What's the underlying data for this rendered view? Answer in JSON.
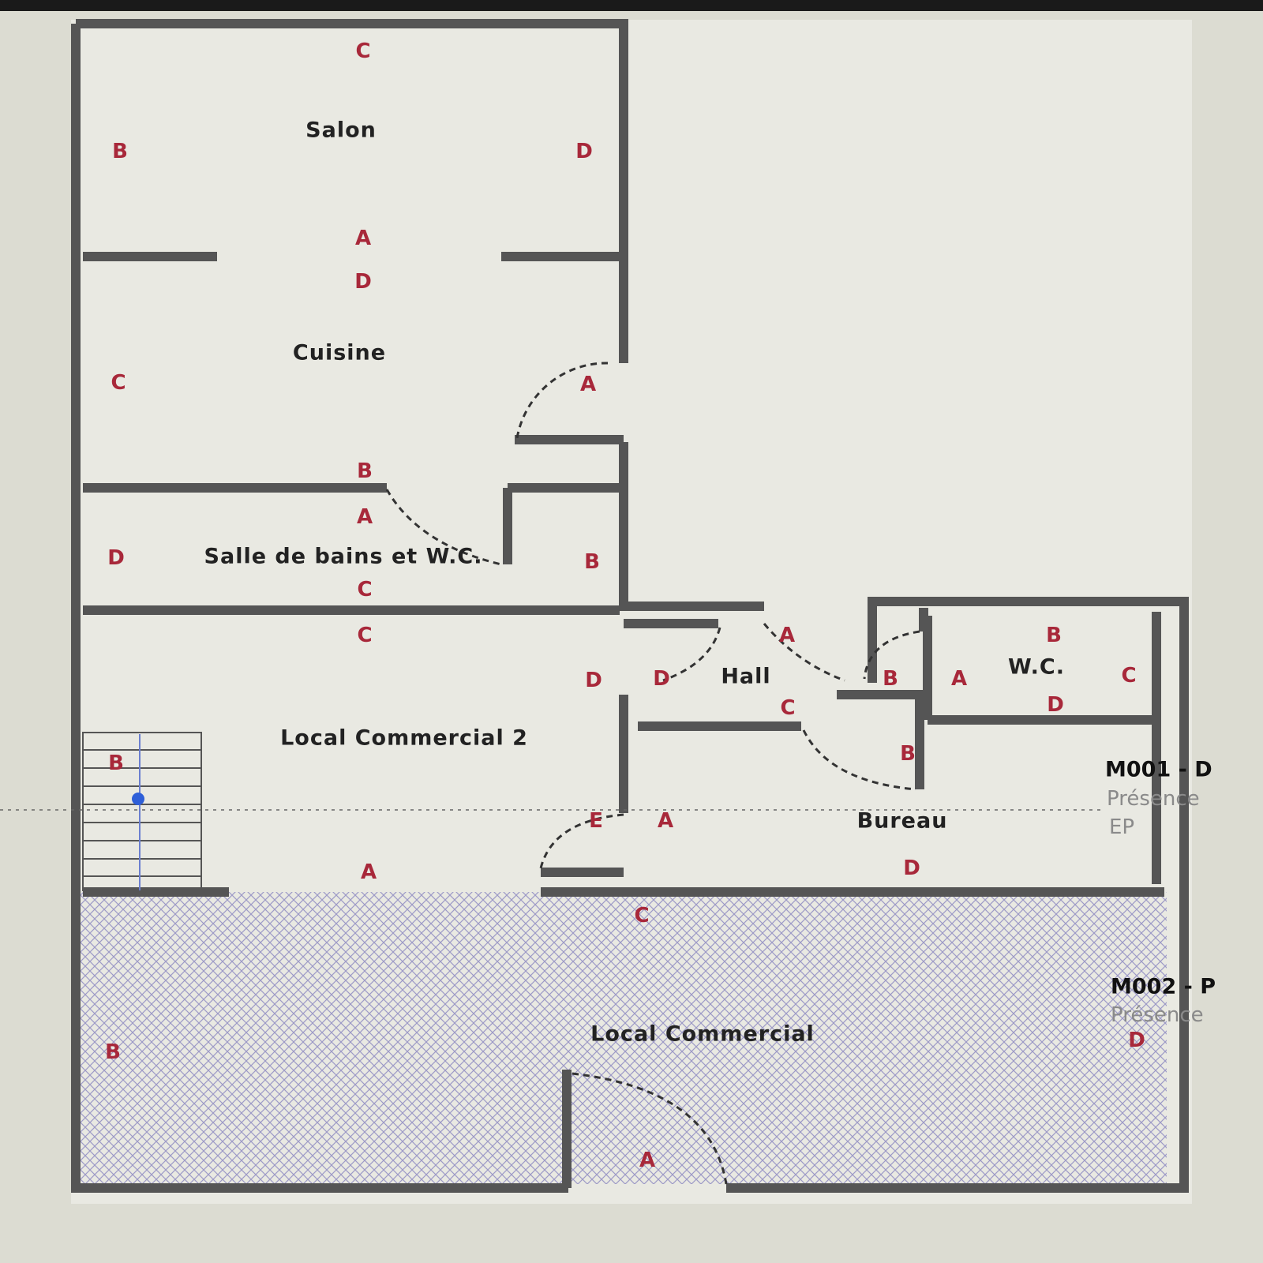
{
  "rooms": {
    "salon": "Salon",
    "cuisine": "Cuisine",
    "sdb": "Salle de bains et W.C.",
    "lc2": "Local Commercial 2",
    "hall": "Hall",
    "wc": "W.C.",
    "bureau": "Bureau",
    "lc": "Local Commercial"
  },
  "wall_labels": {
    "salon": [
      "C",
      "B",
      "D",
      "A"
    ],
    "cuisine": [
      "D",
      "C",
      "A",
      "B"
    ],
    "sdb": [
      "A",
      "D",
      "B",
      "C"
    ],
    "lc2": [
      "C",
      "D",
      "B",
      "A",
      "E"
    ],
    "hall": [
      "D",
      "A",
      "C",
      "B"
    ],
    "wc": [
      "B",
      "A",
      "C",
      "D"
    ],
    "bureau": [
      "B",
      "A",
      "D"
    ],
    "lc": [
      "C",
      "B",
      "A",
      "D"
    ]
  },
  "markers": [
    {
      "code": "M001 - D",
      "status": "Présence",
      "sub": "EP"
    },
    {
      "code": "M002 - P",
      "status": "Présence"
    }
  ],
  "colors": {
    "wall": "#555555",
    "label": "#a8283a",
    "hatch": "#8a86c0",
    "background": "#dcdcd2"
  }
}
